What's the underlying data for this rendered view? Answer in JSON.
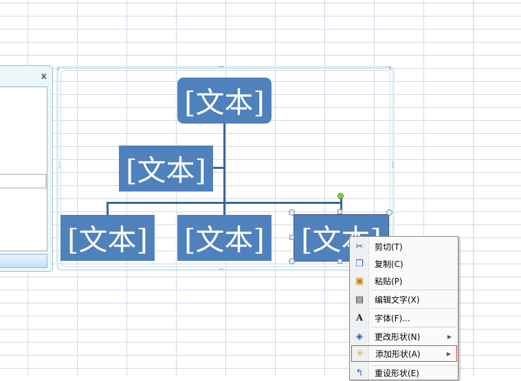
{
  "panel": {
    "close_label": "x"
  },
  "smartart": {
    "nodes": [
      "[文本]",
      "[文本]",
      "[文本]",
      "[文本]",
      "[文本]"
    ]
  },
  "context_menu": {
    "items": [
      {
        "label": "剪切(T)",
        "icon": "scissors-icon"
      },
      {
        "label": "复制(C)",
        "icon": "copy-icon"
      },
      {
        "label": "粘贴(P)",
        "icon": "paste-icon"
      },
      {
        "label": "编辑文字(X)",
        "icon": "edit-text-icon"
      },
      {
        "label": "字体(F)...",
        "icon": "font-icon"
      },
      {
        "label": "更改形状(N)",
        "icon": "change-shape-icon"
      },
      {
        "label": "添加形状(A)",
        "icon": "add-shape-icon"
      },
      {
        "label": "重设形状(E)",
        "icon": "reset-shape-icon"
      }
    ]
  },
  "colors": {
    "node": "#4f81bd",
    "connector": "#3d6596",
    "highlight": "#e83c3c"
  }
}
